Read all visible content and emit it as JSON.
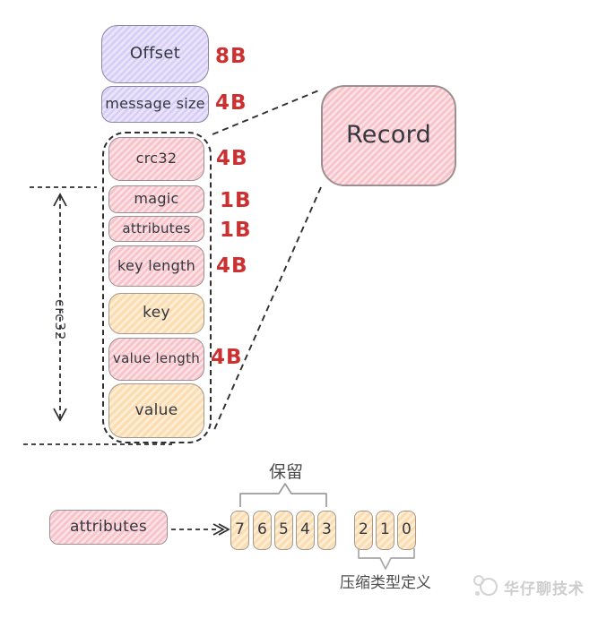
{
  "top_fields": [
    {
      "label": "Offset",
      "size": "8B"
    },
    {
      "label": "message size",
      "size": "4B"
    }
  ],
  "record": {
    "label": "Record"
  },
  "record_fields": [
    {
      "label": "crc32",
      "size": "4B"
    },
    {
      "label": "magic",
      "size": "1B"
    },
    {
      "label": "attributes",
      "size": "1B"
    },
    {
      "label": "key length",
      "size": "4B"
    },
    {
      "label": "key",
      "size": ""
    },
    {
      "label": "value length",
      "size": "4B"
    },
    {
      "label": "value",
      "size": ""
    }
  ],
  "measure": {
    "label": "crc32"
  },
  "attributes_detail": {
    "label": "attributes",
    "bits": [
      "7",
      "6",
      "5",
      "4",
      "3",
      "2",
      "1",
      "0"
    ],
    "reserved_label": "保留",
    "compression_label": "压缩类型定义"
  },
  "watermark": {
    "text": "华仔聊技术"
  },
  "colors": {
    "red_label": "#cc3132",
    "purple_fill": "#d7cef7",
    "pink_fill": "#f7c2c9",
    "orange_fill": "#fbdcb3",
    "dash_line": "#2f2f2f"
  }
}
